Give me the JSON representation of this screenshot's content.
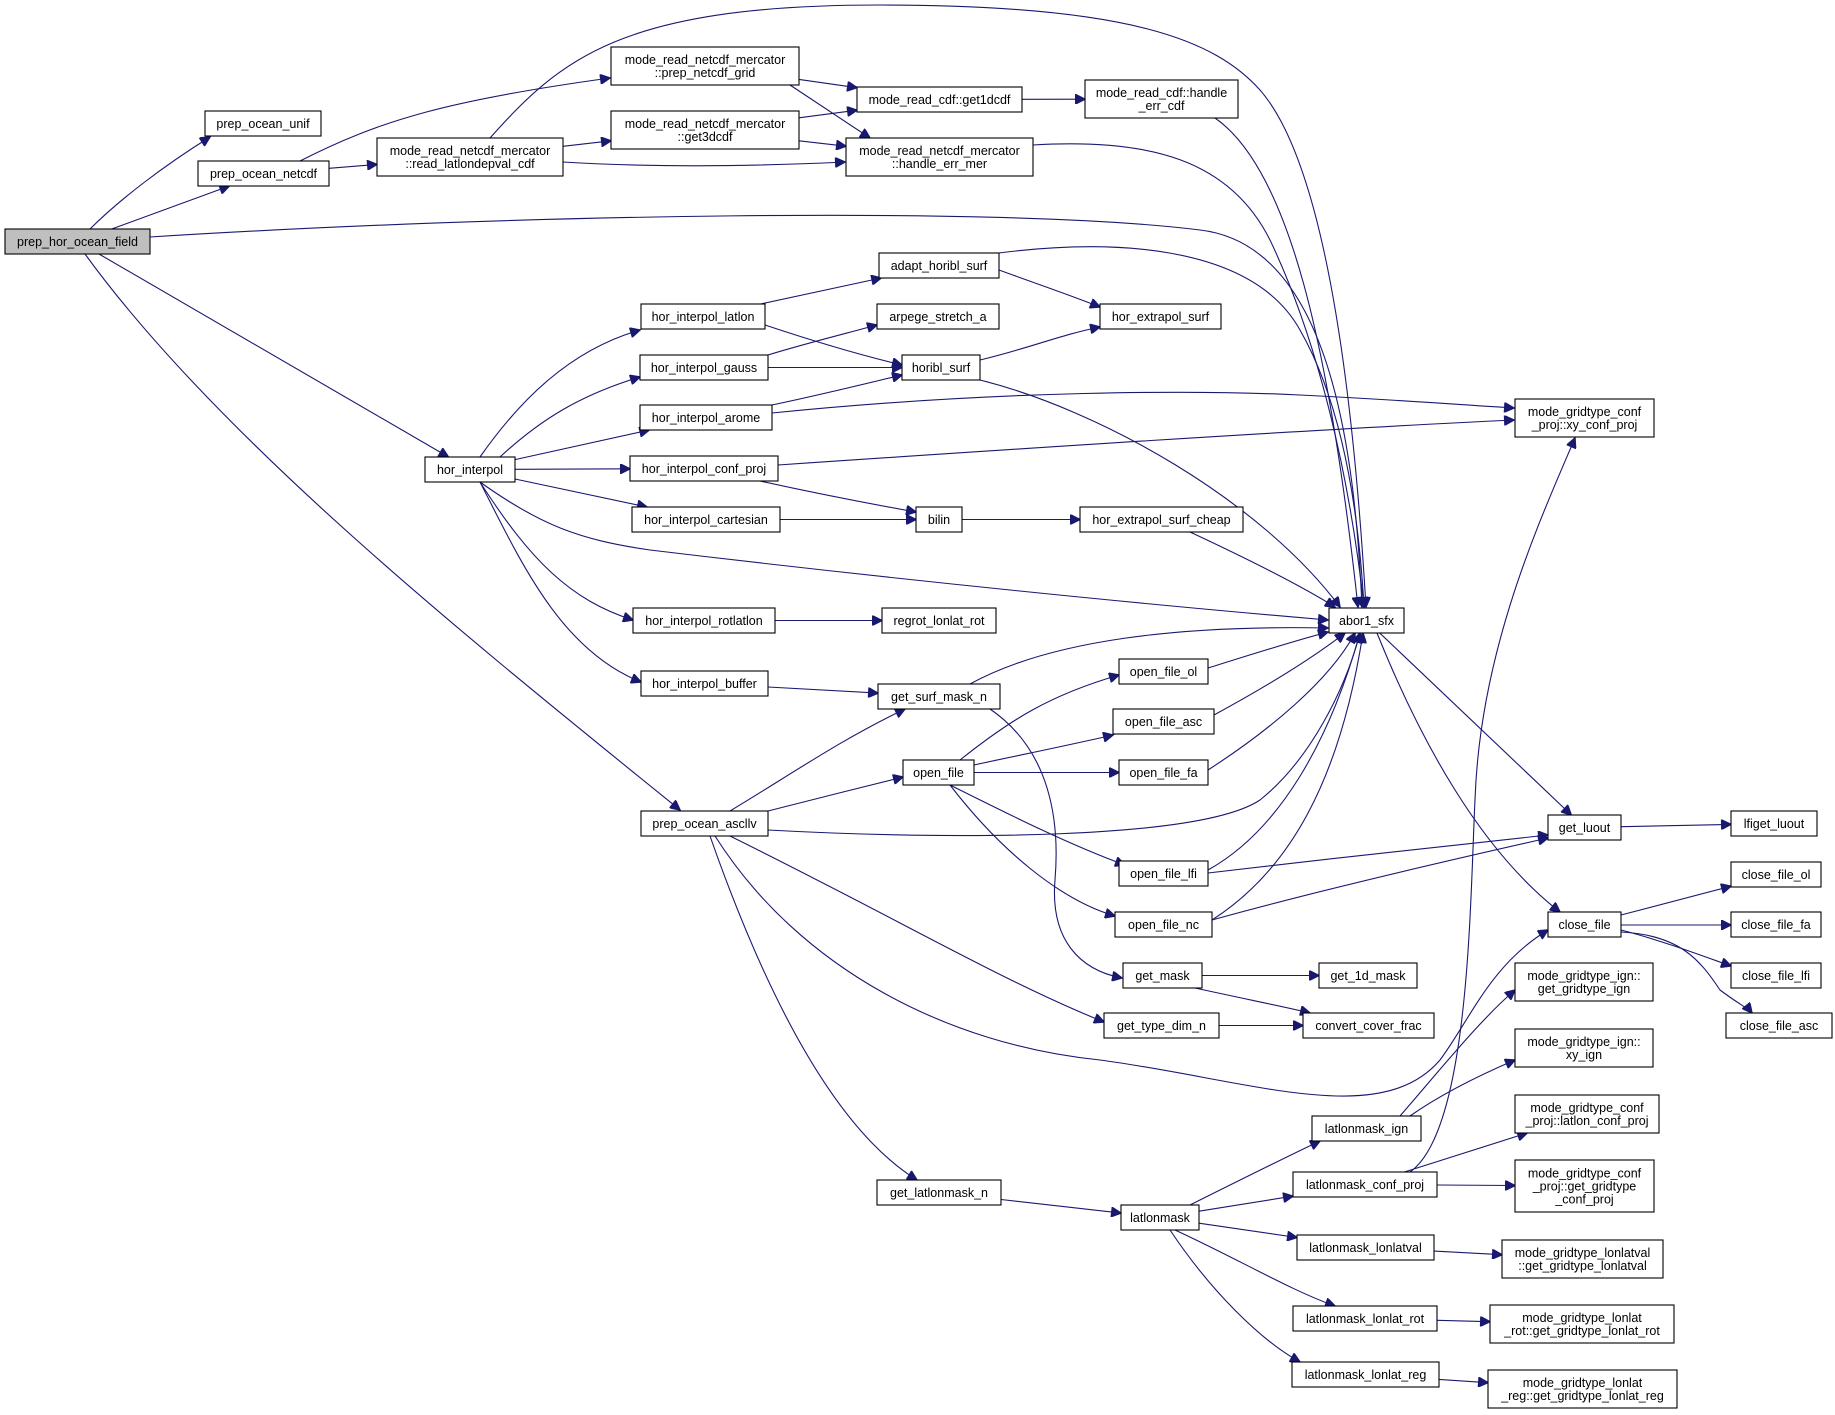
{
  "title": "Call graph of prep_hor_ocean_field",
  "colors": {
    "edge": "#191970",
    "node_border": "#000000",
    "root_fill": "#bfbfbf",
    "node_fill": "#ffffff"
  },
  "nodes": [
    {
      "id": "prep_hor_ocean_field",
      "lines": [
        "prep_hor_ocean_field"
      ]
    },
    {
      "id": "prep_ocean_unif",
      "lines": [
        "prep_ocean_unif"
      ]
    },
    {
      "id": "prep_ocean_netcdf",
      "lines": [
        "prep_ocean_netcdf"
      ]
    },
    {
      "id": "mrnm_prep_netcdf_grid",
      "lines": [
        "mode_read_netcdf_mercator",
        "::prep_netcdf_grid"
      ]
    },
    {
      "id": "mrnm_get3dcdf",
      "lines": [
        "mode_read_netcdf_mercator",
        "::get3dcdf"
      ]
    },
    {
      "id": "mrnm_read_latlondepval_cdf",
      "lines": [
        "mode_read_netcdf_mercator",
        "::read_latlondepval_cdf"
      ]
    },
    {
      "id": "mrc_get1dcdf",
      "lines": [
        "mode_read_cdf::get1dcdf"
      ]
    },
    {
      "id": "mrnm_handle_err_mer",
      "lines": [
        "mode_read_netcdf_mercator",
        "::handle_err_mer"
      ]
    },
    {
      "id": "mrc_handle_err_cdf",
      "lines": [
        "mode_read_cdf::handle",
        "_err_cdf"
      ]
    },
    {
      "id": "hor_interpol",
      "lines": [
        "hor_interpol"
      ]
    },
    {
      "id": "hor_interpol_latlon",
      "lines": [
        "hor_interpol_latlon"
      ]
    },
    {
      "id": "hor_interpol_gauss",
      "lines": [
        "hor_interpol_gauss"
      ]
    },
    {
      "id": "hor_interpol_arome",
      "lines": [
        "hor_interpol_arome"
      ]
    },
    {
      "id": "hor_interpol_conf_proj",
      "lines": [
        "hor_interpol_conf_proj"
      ]
    },
    {
      "id": "hor_interpol_cartesian",
      "lines": [
        "hor_interpol_cartesian"
      ]
    },
    {
      "id": "hor_interpol_rotlatlon",
      "lines": [
        "hor_interpol_rotlatlon"
      ]
    },
    {
      "id": "hor_interpol_buffer",
      "lines": [
        "hor_interpol_buffer"
      ]
    },
    {
      "id": "adapt_horibl_surf",
      "lines": [
        "adapt_horibl_surf"
      ]
    },
    {
      "id": "arpege_stretch_a",
      "lines": [
        "arpege_stretch_a"
      ]
    },
    {
      "id": "horibl_surf",
      "lines": [
        "horibl_surf"
      ]
    },
    {
      "id": "hor_extrapol_surf",
      "lines": [
        "hor_extrapol_surf"
      ]
    },
    {
      "id": "bilin",
      "lines": [
        "bilin"
      ]
    },
    {
      "id": "hor_extrapol_surf_cheap",
      "lines": [
        "hor_extrapol_surf_cheap"
      ]
    },
    {
      "id": "regrot_lonlat_rot",
      "lines": [
        "regrot_lonlat_rot"
      ]
    },
    {
      "id": "mgcp_xy_conf_proj",
      "lines": [
        "mode_gridtype_conf",
        "_proj::xy_conf_proj"
      ]
    },
    {
      "id": "abor1_sfx",
      "lines": [
        "abor1_sfx"
      ]
    },
    {
      "id": "get_surf_mask_n",
      "lines": [
        "get_surf_mask_n"
      ]
    },
    {
      "id": "prep_ocean_ascllv",
      "lines": [
        "prep_ocean_ascllv"
      ]
    },
    {
      "id": "open_file",
      "lines": [
        "open_file"
      ]
    },
    {
      "id": "open_file_ol",
      "lines": [
        "open_file_ol"
      ]
    },
    {
      "id": "open_file_asc",
      "lines": [
        "open_file_asc"
      ]
    },
    {
      "id": "open_file_fa",
      "lines": [
        "open_file_fa"
      ]
    },
    {
      "id": "open_file_lfi",
      "lines": [
        "open_file_lfi"
      ]
    },
    {
      "id": "open_file_nc",
      "lines": [
        "open_file_nc"
      ]
    },
    {
      "id": "get_luout",
      "lines": [
        "get_luout"
      ]
    },
    {
      "id": "lfiget_luout",
      "lines": [
        "lfiget_luout"
      ]
    },
    {
      "id": "close_file",
      "lines": [
        "close_file"
      ]
    },
    {
      "id": "close_file_ol",
      "lines": [
        "close_file_ol"
      ]
    },
    {
      "id": "close_file_fa",
      "lines": [
        "close_file_fa"
      ]
    },
    {
      "id": "close_file_lfi",
      "lines": [
        "close_file_lfi"
      ]
    },
    {
      "id": "close_file_asc",
      "lines": [
        "close_file_asc"
      ]
    },
    {
      "id": "get_mask",
      "lines": [
        "get_mask"
      ]
    },
    {
      "id": "get_1d_mask",
      "lines": [
        "get_1d_mask"
      ]
    },
    {
      "id": "get_type_dim_n",
      "lines": [
        "get_type_dim_n"
      ]
    },
    {
      "id": "convert_cover_frac",
      "lines": [
        "convert_cover_frac"
      ]
    },
    {
      "id": "mgi_get_gridtype_ign",
      "lines": [
        "mode_gridtype_ign::",
        "get_gridtype_ign"
      ]
    },
    {
      "id": "mgi_xy_ign",
      "lines": [
        "mode_gridtype_ign::",
        "xy_ign"
      ]
    },
    {
      "id": "latlonmask_ign",
      "lines": [
        "latlonmask_ign"
      ]
    },
    {
      "id": "mgcp_latlon_conf_proj",
      "lines": [
        "mode_gridtype_conf",
        "_proj::latlon_conf_proj"
      ]
    },
    {
      "id": "latlonmask_conf_proj",
      "lines": [
        "latlonmask_conf_proj"
      ]
    },
    {
      "id": "mgcp_get_gridtype_conf_proj",
      "lines": [
        "mode_gridtype_conf",
        "_proj::get_gridtype",
        "_conf_proj"
      ]
    },
    {
      "id": "get_latlonmask_n",
      "lines": [
        "get_latlonmask_n"
      ]
    },
    {
      "id": "latlonmask",
      "lines": [
        "latlonmask"
      ]
    },
    {
      "id": "latlonmask_lonlatval",
      "lines": [
        "latlonmask_lonlatval"
      ]
    },
    {
      "id": "mgl_get_gridtype_lonlatval",
      "lines": [
        "mode_gridtype_lonlatval",
        "::get_gridtype_lonlatval"
      ]
    },
    {
      "id": "latlonmask_lonlat_rot",
      "lines": [
        "latlonmask_lonlat_rot"
      ]
    },
    {
      "id": "mglr_get_gridtype_lonlat_rot",
      "lines": [
        "mode_gridtype_lonlat",
        "_rot::get_gridtype_lonlat_rot"
      ]
    },
    {
      "id": "latlonmask_lonlat_reg",
      "lines": [
        "latlonmask_lonlat_reg"
      ]
    },
    {
      "id": "mglr_get_gridtype_lonlat_reg",
      "lines": [
        "mode_gridtype_lonlat",
        "_reg::get_gridtype_lonlat_reg"
      ]
    }
  ],
  "edges": [
    [
      "prep_hor_ocean_field",
      "prep_ocean_unif"
    ],
    [
      "prep_hor_ocean_field",
      "prep_ocean_netcdf"
    ],
    [
      "prep_hor_ocean_field",
      "abor1_sfx"
    ],
    [
      "prep_hor_ocean_field",
      "hor_interpol"
    ],
    [
      "prep_hor_ocean_field",
      "prep_ocean_ascllv"
    ],
    [
      "prep_ocean_netcdf",
      "mrnm_prep_netcdf_grid"
    ],
    [
      "prep_ocean_netcdf",
      "mrnm_read_latlondepval_cdf"
    ],
    [
      "mrnm_prep_netcdf_grid",
      "mrc_get1dcdf"
    ],
    [
      "mrnm_prep_netcdf_grid",
      "mrnm_handle_err_mer"
    ],
    [
      "mrnm_get3dcdf",
      "mrc_get1dcdf"
    ],
    [
      "mrnm_get3dcdf",
      "mrnm_handle_err_mer"
    ],
    [
      "mrnm_read_latlondepval_cdf",
      "mrnm_get3dcdf"
    ],
    [
      "mrnm_read_latlondepval_cdf",
      "mrnm_handle_err_mer"
    ],
    [
      "mrnm_read_latlondepval_cdf",
      "abor1_sfx"
    ],
    [
      "mrc_get1dcdf",
      "mrc_handle_err_cdf"
    ],
    [
      "mrc_handle_err_cdf",
      "abor1_sfx"
    ],
    [
      "mrnm_handle_err_mer",
      "abor1_sfx"
    ],
    [
      "hor_interpol",
      "hor_interpol_latlon"
    ],
    [
      "hor_interpol",
      "hor_interpol_gauss"
    ],
    [
      "hor_interpol",
      "hor_interpol_arome"
    ],
    [
      "hor_interpol",
      "hor_interpol_conf_proj"
    ],
    [
      "hor_interpol",
      "hor_interpol_cartesian"
    ],
    [
      "hor_interpol",
      "abor1_sfx"
    ],
    [
      "hor_interpol",
      "hor_interpol_rotlatlon"
    ],
    [
      "hor_interpol",
      "hor_interpol_buffer"
    ],
    [
      "hor_interpol_latlon",
      "adapt_horibl_surf"
    ],
    [
      "hor_interpol_latlon",
      "horibl_surf"
    ],
    [
      "hor_interpol_gauss",
      "arpege_stretch_a"
    ],
    [
      "hor_interpol_gauss",
      "horibl_surf"
    ],
    [
      "hor_interpol_arome",
      "horibl_surf"
    ],
    [
      "hor_interpol_arome",
      "mgcp_xy_conf_proj"
    ],
    [
      "hor_interpol_conf_proj",
      "mgcp_xy_conf_proj"
    ],
    [
      "hor_interpol_conf_proj",
      "bilin"
    ],
    [
      "hor_interpol_cartesian",
      "bilin"
    ],
    [
      "hor_interpol_rotlatlon",
      "regrot_lonlat_rot"
    ],
    [
      "hor_interpol_buffer",
      "get_surf_mask_n"
    ],
    [
      "adapt_horibl_surf",
      "hor_extrapol_surf"
    ],
    [
      "adapt_horibl_surf",
      "abor1_sfx"
    ],
    [
      "horibl_surf",
      "hor_extrapol_surf"
    ],
    [
      "horibl_surf",
      "abor1_sfx"
    ],
    [
      "bilin",
      "hor_extrapol_surf_cheap"
    ],
    [
      "hor_extrapol_surf_cheap",
      "abor1_sfx"
    ],
    [
      "get_surf_mask_n",
      "abor1_sfx"
    ],
    [
      "get_surf_mask_n",
      "get_mask"
    ],
    [
      "prep_ocean_ascllv",
      "get_surf_mask_n"
    ],
    [
      "prep_ocean_ascllv",
      "open_file"
    ],
    [
      "prep_ocean_ascllv",
      "abor1_sfx"
    ],
    [
      "prep_ocean_ascllv",
      "close_file"
    ],
    [
      "prep_ocean_ascllv",
      "get_type_dim_n"
    ],
    [
      "prep_ocean_ascllv",
      "get_latlonmask_n"
    ],
    [
      "open_file",
      "open_file_ol"
    ],
    [
      "open_file",
      "open_file_asc"
    ],
    [
      "open_file",
      "open_file_fa"
    ],
    [
      "open_file",
      "open_file_lfi"
    ],
    [
      "open_file",
      "open_file_nc"
    ],
    [
      "open_file_ol",
      "abor1_sfx"
    ],
    [
      "open_file_asc",
      "abor1_sfx"
    ],
    [
      "open_file_fa",
      "abor1_sfx"
    ],
    [
      "open_file_lfi",
      "abor1_sfx"
    ],
    [
      "open_file_lfi",
      "get_luout"
    ],
    [
      "open_file_nc",
      "abor1_sfx"
    ],
    [
      "open_file_nc",
      "get_luout"
    ],
    [
      "abor1_sfx",
      "get_luout"
    ],
    [
      "abor1_sfx",
      "close_file"
    ],
    [
      "get_luout",
      "lfiget_luout"
    ],
    [
      "close_file",
      "close_file_ol"
    ],
    [
      "close_file",
      "close_file_fa"
    ],
    [
      "close_file",
      "close_file_lfi"
    ],
    [
      "close_file",
      "close_file_asc"
    ],
    [
      "get_mask",
      "get_1d_mask"
    ],
    [
      "get_mask",
      "convert_cover_frac"
    ],
    [
      "get_type_dim_n",
      "convert_cover_frac"
    ],
    [
      "get_latlonmask_n",
      "latlonmask"
    ],
    [
      "latlonmask",
      "latlonmask_ign"
    ],
    [
      "latlonmask",
      "latlonmask_conf_proj"
    ],
    [
      "latlonmask",
      "latlonmask_lonlatval"
    ],
    [
      "latlonmask",
      "latlonmask_lonlat_rot"
    ],
    [
      "latlonmask",
      "latlonmask_lonlat_reg"
    ],
    [
      "latlonmask_ign",
      "mgi_get_gridtype_ign"
    ],
    [
      "latlonmask_ign",
      "mgi_xy_ign"
    ],
    [
      "latlonmask_conf_proj",
      "mgcp_latlon_conf_proj"
    ],
    [
      "latlonmask_conf_proj",
      "mgcp_get_gridtype_conf_proj"
    ],
    [
      "latlonmask_conf_proj",
      "mgcp_xy_conf_proj"
    ],
    [
      "latlonmask_lonlatval",
      "mgl_get_gridtype_lonlatval"
    ],
    [
      "latlonmask_lonlat_rot",
      "mglr_get_gridtype_lonlat_rot"
    ],
    [
      "latlonmask_lonlat_reg",
      "mglr_get_gridtype_lonlat_reg"
    ]
  ]
}
